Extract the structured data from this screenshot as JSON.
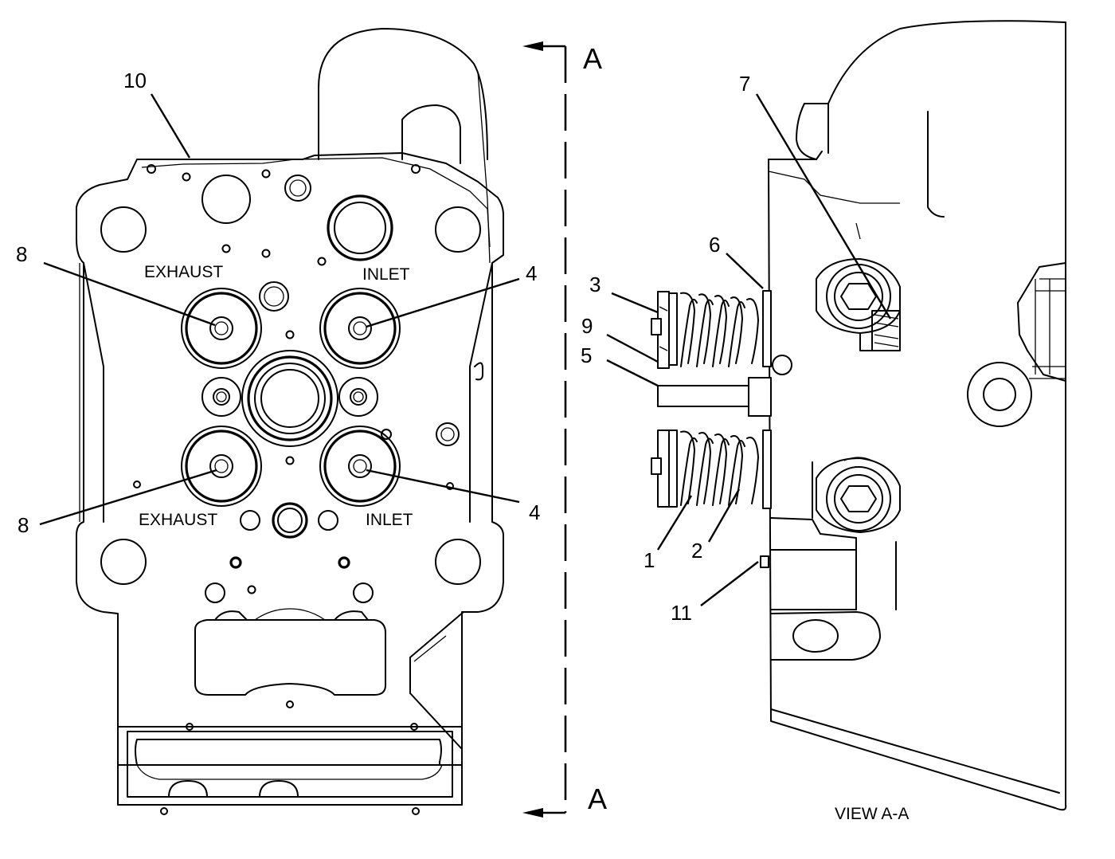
{
  "callouts": {
    "c10": "10",
    "c8_upper": "8",
    "c8_lower": "8",
    "c4_upper": "4",
    "c4_lower": "4",
    "c7": "7",
    "c6": "6",
    "c3": "3",
    "c9": "9",
    "c5": "5",
    "c1": "1",
    "c2": "2",
    "c11": "11"
  },
  "port_labels": {
    "exhaust_upper": "EXHAUST",
    "inlet_upper": "INLET",
    "exhaust_lower": "EXHAUST",
    "inlet_lower": "INLET"
  },
  "section_marks": {
    "top": "A",
    "bottom": "A"
  },
  "view_caption": "VIEW A-A"
}
